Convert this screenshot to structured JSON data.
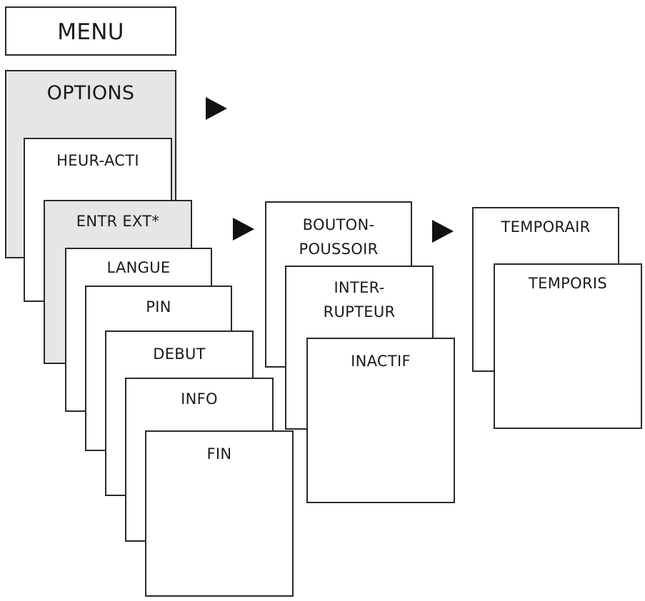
{
  "menu": {
    "label": "MENU"
  },
  "options": {
    "label": "OPTIONS"
  },
  "options_items": {
    "heur_acti": "HEUR-ACTI",
    "entr_ext": "ENTR EXT*",
    "langue": "LANGUE",
    "pin": "PIN",
    "debut": "DEBUT",
    "info": "INFO",
    "fin": "FIN"
  },
  "entr_ext_items": {
    "bouton_poussoir": "BOUTON-\nPOUSSOIR",
    "interrupteur": "INTER-\nRUPTEUR",
    "inactif": "INACTIF"
  },
  "bouton_items": {
    "temporair": "TEMPORAIR",
    "temporis": "TEMPORIS"
  },
  "colors": {
    "highlight": "#e6e6e8",
    "border": "#2a2a2a",
    "arrow": "#111111"
  },
  "icons": [
    "arrow-right-icon",
    "arrow-right-icon",
    "arrow-right-icon"
  ]
}
